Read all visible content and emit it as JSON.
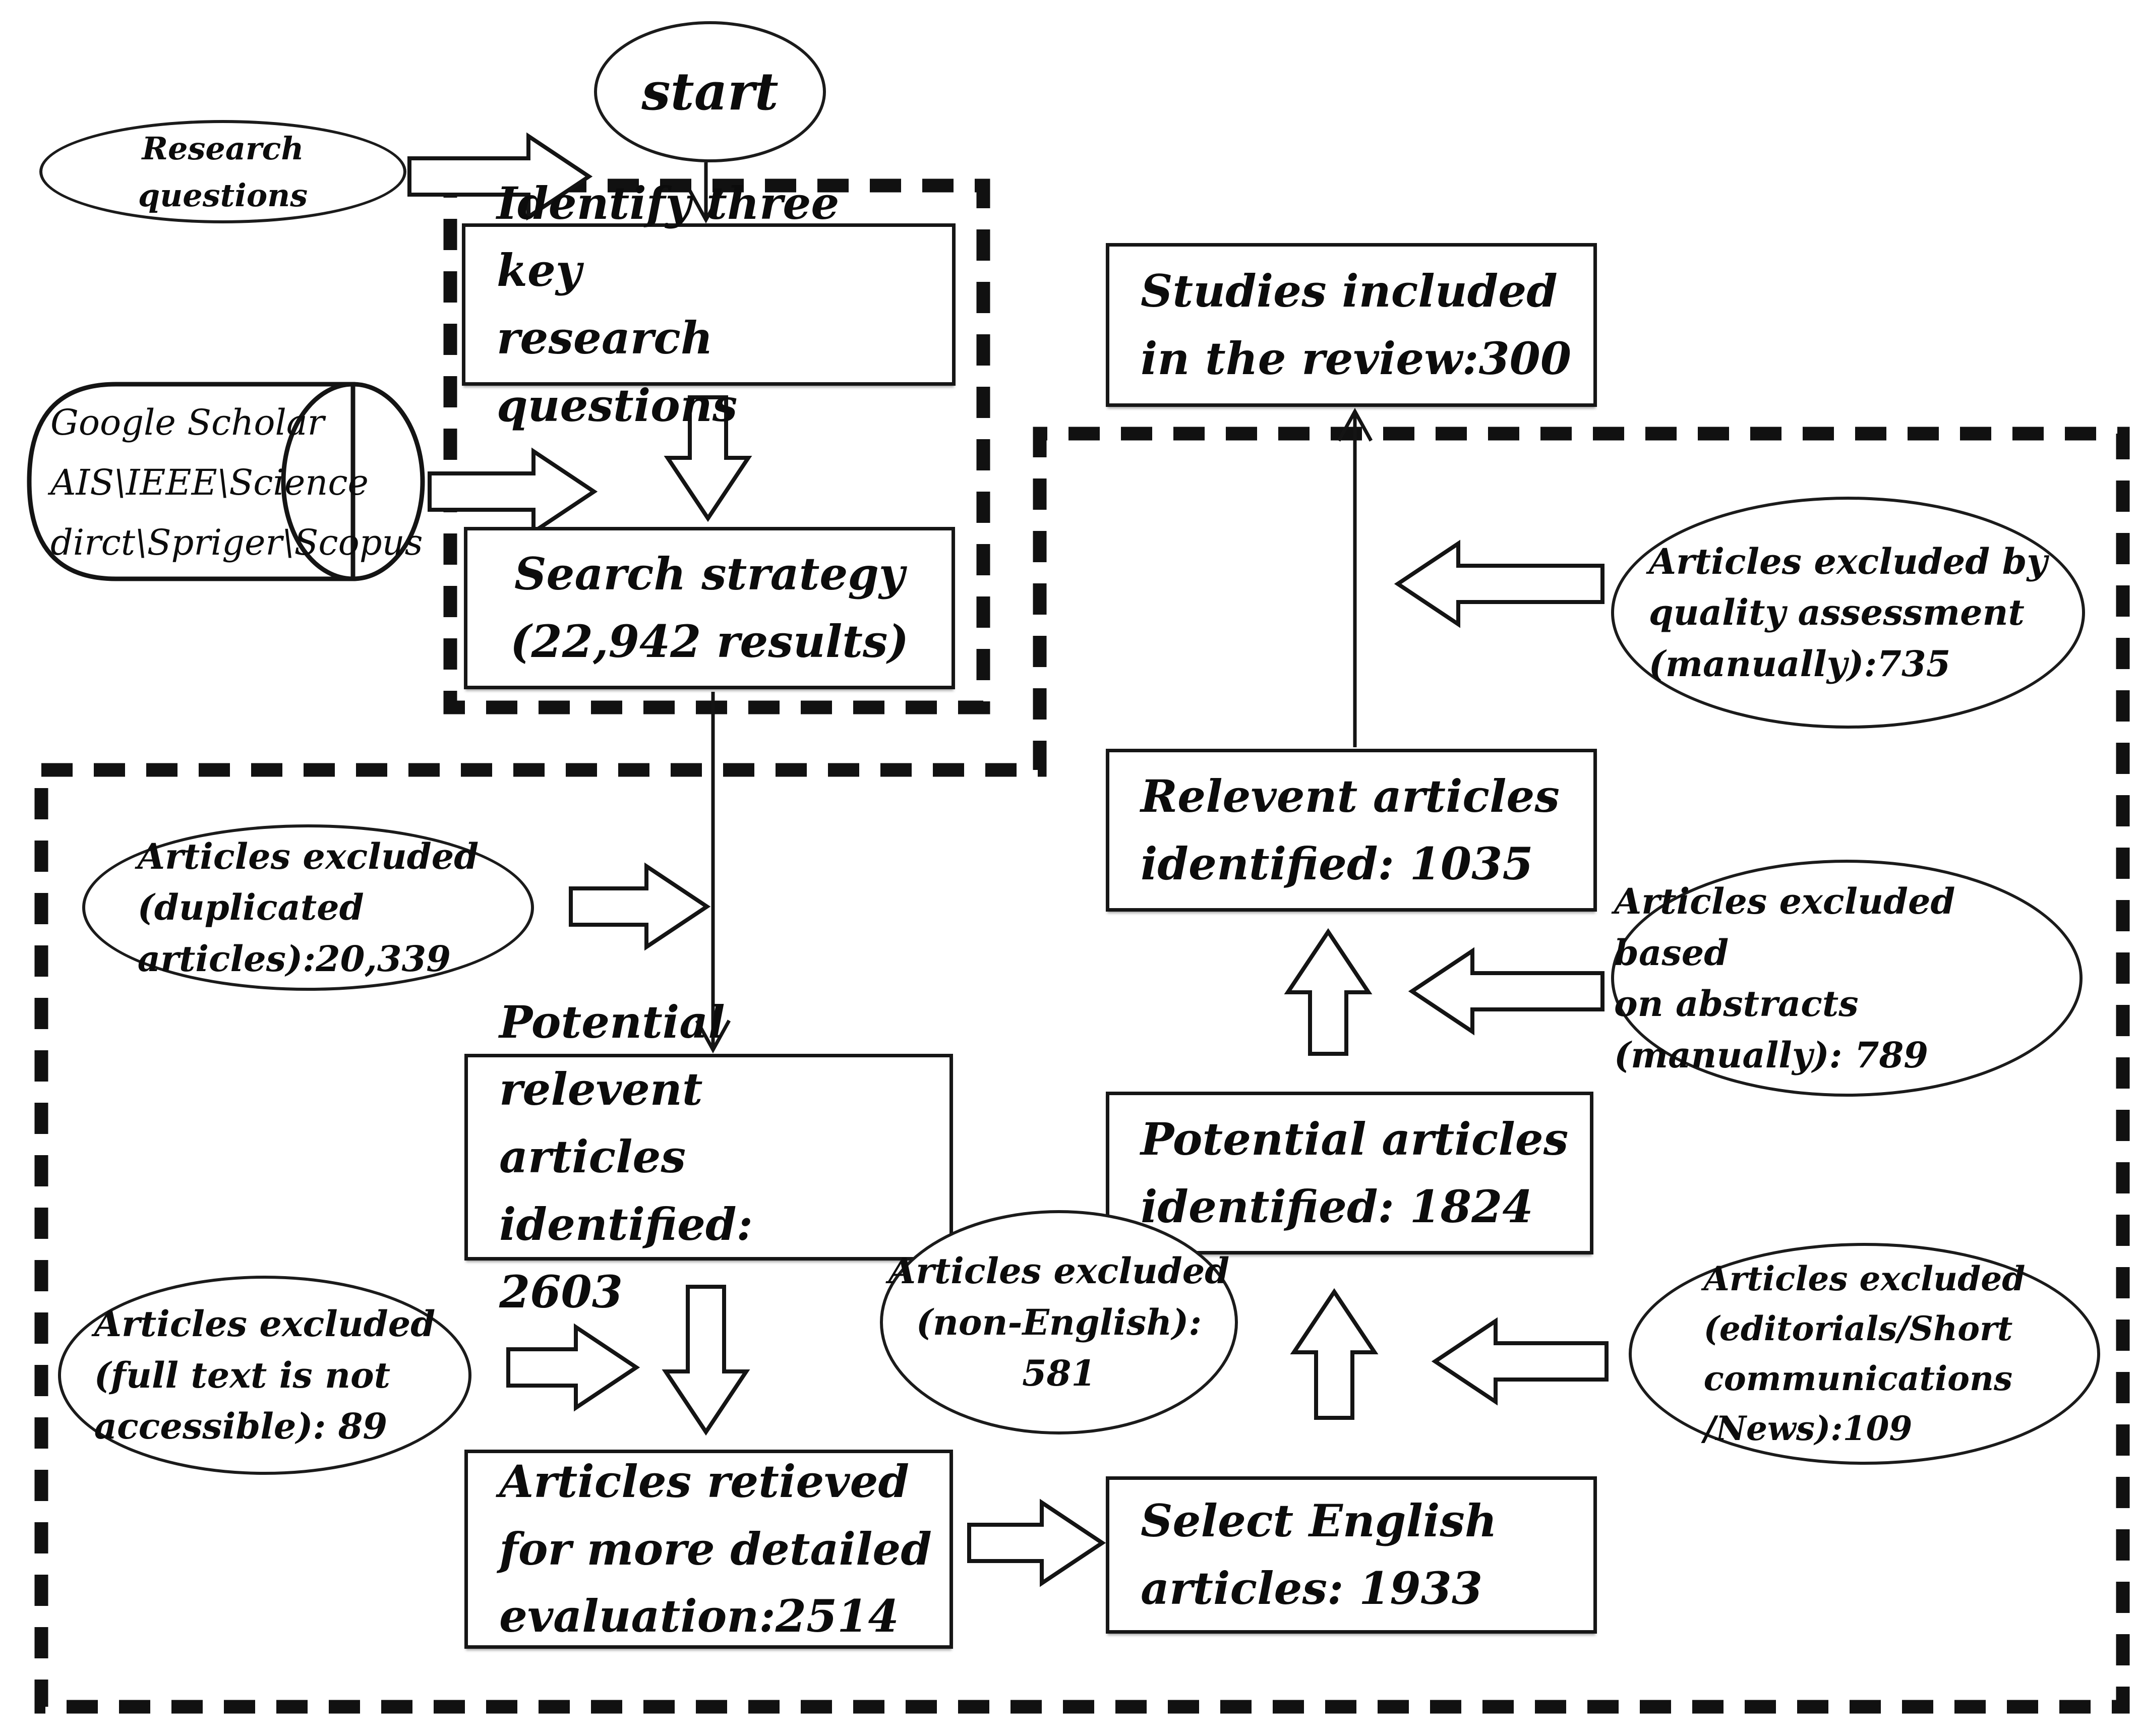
{
  "diagram": {
    "kind": "systematic-review-selection-flowchart",
    "nodes": {
      "start": {
        "label": "start"
      },
      "research_questions": {
        "lines": [
          "Research",
          "questions"
        ]
      },
      "identify_questions": {
        "lines": [
          "Identify three key",
          "research questions"
        ]
      },
      "databases": {
        "lines": [
          "Google  Scholar",
          "AIS\\IEEE\\Science",
          "dirct\\Spriger\\Scopus"
        ]
      },
      "search_strategy": {
        "lines": [
          "Search strategy",
          "(22,942 results)"
        ]
      },
      "studies_included": {
        "lines": [
          "Studies included",
          "in the review:300"
        ]
      },
      "excluded_quality": {
        "lines": [
          "Articles excluded by",
          "quality assessment",
          "(manually):735"
        ]
      },
      "relevant_articles": {
        "lines": [
          "Relevent articles",
          "identified: 1035"
        ]
      },
      "excluded_abstracts": {
        "lines": [
          "Articles excluded based",
          "on abstracts",
          "(manually): 789"
        ]
      },
      "potential_articles": {
        "lines": [
          "Potential articles",
          "identified: 1824"
        ]
      },
      "excluded_duplicated": {
        "lines": [
          "Articles excluded",
          "(duplicated",
          "articles):20,339"
        ]
      },
      "potential_relevant": {
        "lines": [
          "Potential relevent",
          "articles identified:",
          "2603"
        ]
      },
      "excluded_fulltext": {
        "lines": [
          "Articles excluded",
          "(full text  is not",
          "accessible): 89"
        ]
      },
      "excluded_non_english": {
        "lines": [
          "Articles excluded",
          "(non-English): 581"
        ]
      },
      "articles_retrieved": {
        "lines": [
          "Articles retieved",
          "for more detailed",
          "evaluation:2514"
        ]
      },
      "excluded_editorials": {
        "lines": [
          "Articles excluded",
          "(editorials/Short",
          "communications",
          "/News):109"
        ]
      },
      "select_english": {
        "lines": [
          "Select English",
          "articles: 1933"
        ]
      }
    },
    "colors": {
      "ink": "#141414",
      "background": "#ffffff"
    }
  }
}
